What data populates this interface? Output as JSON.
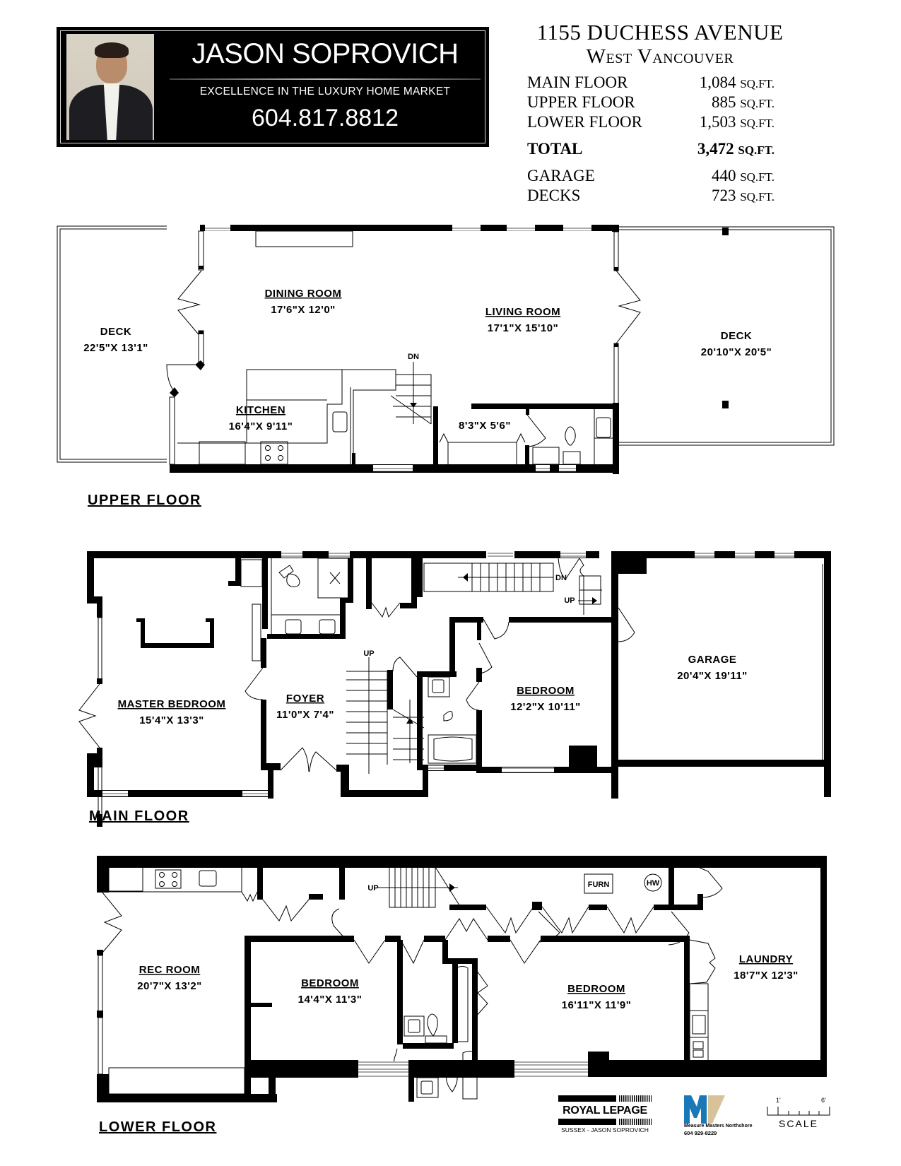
{
  "agent_banner": {
    "name": "JASON SOPROVICH",
    "tagline": "EXCELLENCE IN THE LUXURY HOME MARKET",
    "phone": "604.817.8812",
    "photo_icon": "agent-portrait"
  },
  "property": {
    "address_line1": "1155 DUCHESS AVENUE",
    "address_line2": "West Vancouver",
    "areas": [
      {
        "label": "MAIN FLOOR",
        "value": "1,084",
        "unit": "SQ.FT.",
        "bold": false
      },
      {
        "label": "UPPER FLOOR",
        "value": "885",
        "unit": "SQ.FT.",
        "bold": false
      },
      {
        "label": "LOWER FLOOR",
        "value": "1,503",
        "unit": "SQ.FT.",
        "bold": false
      },
      {
        "label": "TOTAL",
        "value": "3,472",
        "unit": "SQ.FT.",
        "bold": true
      },
      {
        "label": "GARAGE",
        "value": "440",
        "unit": "SQ.FT.",
        "bold": false
      },
      {
        "label": "DECKS",
        "value": "723",
        "unit": "SQ.FT.",
        "bold": false
      }
    ]
  },
  "floors": {
    "upper": {
      "label": "UPPER FLOOR",
      "rooms": [
        {
          "name": "DECK",
          "dims": "22'5\"X  13'1\"",
          "underline": false
        },
        {
          "name": "DINING  ROOM",
          "dims": "17'6\"X  12'0\"",
          "underline": true
        },
        {
          "name": "LIVING  ROOM",
          "dims": "17'1\"X  15'10\"",
          "underline": true
        },
        {
          "name": "DECK",
          "dims": "20'10\"X  20'5\"",
          "underline": false
        },
        {
          "name": "KITCHEN",
          "dims": "16'4\"X  9'11\"",
          "underline": true
        },
        {
          "name": "",
          "dims": "8'3\"X  5'6\"",
          "underline": false
        }
      ],
      "stair_labels": [
        "DN"
      ]
    },
    "main": {
      "label": "MAIN  FLOOR",
      "rooms": [
        {
          "name": "MASTER  BEDROOM",
          "dims": "15'4\"X  13'3\"",
          "underline": true
        },
        {
          "name": "FOYER",
          "dims": "11'0\"X  7'4\"",
          "underline": true
        },
        {
          "name": "BEDROOM",
          "dims": "12'2\"X  10'11\"",
          "underline": true
        },
        {
          "name": "GARAGE",
          "dims": "20'4\"X  19'11\"",
          "underline": false
        }
      ],
      "stair_labels": [
        "UP",
        "DN",
        "UP"
      ]
    },
    "lower": {
      "label": "LOWER  FLOOR",
      "rooms": [
        {
          "name": "REC  ROOM",
          "dims": "20'7\"X  13'2\"",
          "underline": true
        },
        {
          "name": "BEDROOM",
          "dims": "14'4\"X  11'3\"",
          "underline": true
        },
        {
          "name": "BEDROOM",
          "dims": "16'11\"X  11'9\"",
          "underline": true
        },
        {
          "name": "LAUNDRY",
          "dims": "18'7\"X  12'3\"",
          "underline": true
        }
      ],
      "stair_labels": [
        "UP"
      ],
      "equipment": [
        "FURN",
        "HW"
      ]
    }
  },
  "footer": {
    "brokerage_name": "ROYAL LEPAGE",
    "brokerage_sub": "SUSSEX - JASON SOPROVICH",
    "measurer_name": "Measure Masters Northshore",
    "measurer_phone": "604 929-8229",
    "scale_start": "1'",
    "scale_end": "6'",
    "scale_label": "SCALE"
  }
}
